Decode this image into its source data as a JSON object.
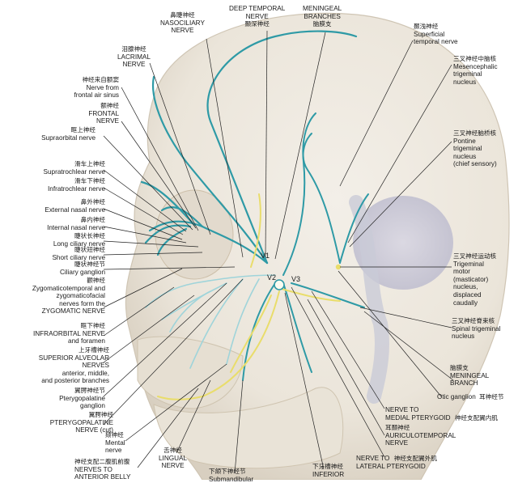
{
  "colors": {
    "background": "#ffffff",
    "skull": "#ece7de",
    "skull_shadow": "#d9d1c3",
    "nerve_teal": "#2e9aa6",
    "nerve_light": "#9fd4da",
    "nerve_yellow": "#e9dd6b",
    "nucleus": "#c9cad7",
    "leader": "#222222",
    "text": "#1a1a1a"
  },
  "division_labels": {
    "v1": "V1",
    "v2": "V2",
    "v3": "V3"
  },
  "labels": {
    "nasociliary": {
      "zh": "鼻睫神经",
      "en": [
        "NASOCILIARY",
        "NERVE"
      ]
    },
    "deep_temporal": {
      "en": [
        "DEEP TEMPORAL",
        "NERVE"
      ],
      "zh": "颞深神经"
    },
    "meningeal_branches": {
      "en": [
        "MENINGEAL",
        "BRANCHES"
      ],
      "zh": "脑膜支"
    },
    "superficial_temporal": {
      "zh": "颞浅神经",
      "en": [
        "Superficial",
        "temporal nerve"
      ]
    },
    "lacrimal": {
      "zh": "泪腺神经",
      "en": [
        "LACRIMAL",
        "NERVE"
      ]
    },
    "frontal_sinus": {
      "zh": "神经来自额窦",
      "en": [
        "Nerve from",
        "frontal air sinus"
      ]
    },
    "frontal": {
      "zh": "额神经",
      "en": [
        "FRONTAL",
        "NERVE"
      ]
    },
    "mesencephalic": {
      "zh": "三叉神经中脑核",
      "en": [
        "Mesencephalic",
        "trigeminal",
        "nucleus"
      ]
    },
    "supraorbital": {
      "zh": "眶上神经",
      "en": [
        "Supraorbital nerve"
      ]
    },
    "pontine": {
      "zh": "三叉神经脑桥核",
      "en": [
        "Pontine",
        "trigeminal",
        "nucleus",
        "(chief sensory)"
      ]
    },
    "supratrochlear": {
      "zh": "滑车上神经",
      "en": [
        "Supratrochlear nerve"
      ]
    },
    "infratrochlear": {
      "zh": "滑车下神经",
      "en": [
        "Infratrochlear nerve"
      ]
    },
    "external_nasal": {
      "zh": "鼻外神经",
      "en": [
        "External nasal nerve"
      ]
    },
    "internal_nasal": {
      "zh": "鼻内神经",
      "en": [
        "Internal nasal nerve"
      ]
    },
    "long_ciliary": {
      "zh": "睫状长神经",
      "en": [
        "Long ciliary nerve"
      ]
    },
    "short_ciliary": {
      "zh": "睫状短神经",
      "en": [
        "Short ciliary nerve"
      ]
    },
    "ciliary_ganglion": {
      "zh": "睫状神经节",
      "en": [
        "Ciliary ganglion"
      ]
    },
    "zygomatic": {
      "zh": "颧神经",
      "en": [
        "Zygomaticotemporal and",
        "zygomaticofacial",
        "nerves form the",
        "ZYGOMATIC NERVE"
      ]
    },
    "trigeminal_motor": {
      "zh": "三叉神经运动核",
      "en": [
        "Trigeminal",
        "motor",
        "(masticator)",
        "nucleus,",
        "displaced",
        "caudally"
      ]
    },
    "spinal_trigeminal": {
      "zh": "三叉神经脊束核",
      "en": [
        "Spinal trigeminal",
        "nucleus"
      ]
    },
    "infraorbital": {
      "zh": "眶下神经",
      "en": [
        "INFRAORBITAL NERVE",
        "and foramen"
      ]
    },
    "superior_alveolar": {
      "zh": "上牙槽神经",
      "en": [
        "SUPERIOR ALVEOLAR",
        "NERVES",
        "anterior, middle,",
        "and posterior branches"
      ]
    },
    "pterygopalatine_ganglion": {
      "zh": "翼腭神经节",
      "en": [
        "Pterygopalatine",
        "ganglion"
      ]
    },
    "pterygopalatine_nerve": {
      "zh": "翼腭神经",
      "en": [
        "PTERYGOPALATINE",
        "NERVE (cut)"
      ]
    },
    "meningeal_branch": {
      "zh": "脑膜支",
      "en": [
        "MENINGEAL",
        "BRANCH"
      ]
    },
    "otic_ganglion": {
      "en": "Otic ganglion",
      "zh": "耳神经节"
    },
    "medial_pterygoid": {
      "en": [
        "NERVE TO",
        "MEDIAL PTERYGOID"
      ],
      "zh": "神经支配翼内肌"
    },
    "auriculotemporal": {
      "zh": "耳颞神经",
      "en": [
        "AURICULOTEMPORAL",
        "NERVE"
      ]
    },
    "mental": {
      "zh": "颏神经",
      "en": [
        "Mental",
        "nerve"
      ]
    },
    "lingual": {
      "zh": "舌神经",
      "en": [
        "LINGUAL",
        "NERVE"
      ]
    },
    "lateral_pterygoid": {
      "en": [
        "NERVE TO",
        "LATERAL PTERYGOID"
      ],
      "zh": "神经支配翼外肌"
    },
    "anterior_belly": {
      "zh": "神经支配二腹肌前腹",
      "en": [
        "NERVES TO",
        "ANTERIOR BELLY"
      ]
    },
    "submandibular": {
      "zh": "下颌下神经节",
      "en": [
        "Submandibular"
      ]
    },
    "inferior_alveolar": {
      "zh": "下牙槽神经",
      "en": [
        "INFERIOR"
      ]
    }
  }
}
